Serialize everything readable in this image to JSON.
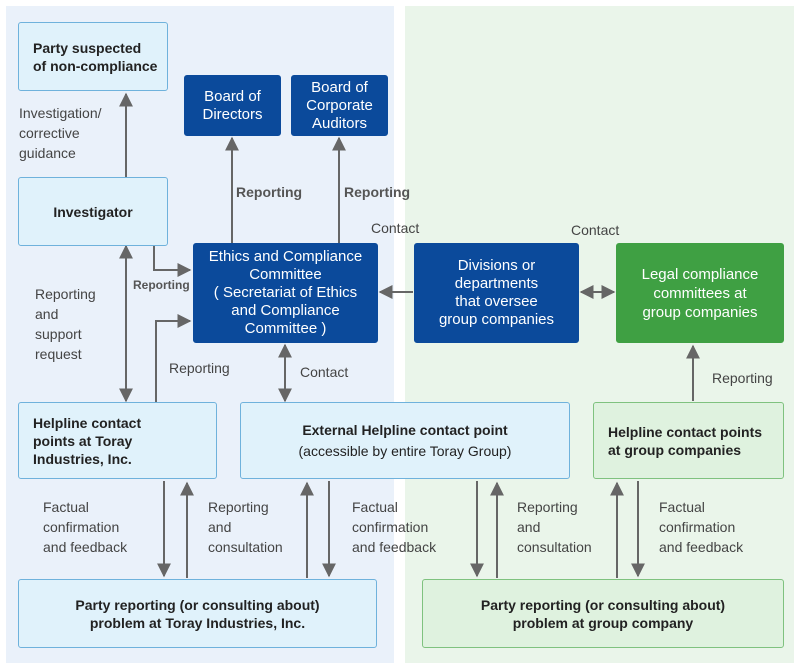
{
  "boxes": {
    "party_suspected": "Party suspected\nof non-compliance",
    "investigator": "Investigator",
    "board_directors": "Board of\nDirectors",
    "board_auditors": "Board of\nCorporate\nAuditors",
    "ethics_committee": "Ethics and Compliance\nCommittee\n( Secretariat of Ethics\nand Compliance\nCommittee )",
    "divisions": "Divisions or\ndepartments\nthat oversee\ngroup companies",
    "legal_compliance": "Legal compliance\ncommittees at\ngroup companies",
    "helpline_toray": "Helpline contact\npoints at Toray\nIndustries, Inc.",
    "external_helpline_title": "External Helpline contact point",
    "external_helpline_sub": "(accessible by entire Toray Group)",
    "helpline_group": "Helpline contact points\nat group companies",
    "party_reporting_toray": "Party reporting (or consulting about)\nproblem at Toray Industries, Inc.",
    "party_reporting_group": "Party reporting (or consulting about)\nproblem at group company"
  },
  "labels": {
    "investigation": "Investigation/\ncorrective\nguidance",
    "reporting_directors": "Reporting",
    "reporting_auditors": "Reporting",
    "contact_top_left": "Contact",
    "contact_top_right": "Contact",
    "reporting_small": "Reporting",
    "reporting_support": "Reporting\nand\nsupport\nrequest",
    "reporting_helpline": "Reporting",
    "contact_external": "Contact",
    "reporting_group": "Reporting",
    "factual_1": "Factual\nconfirmation\nand feedback",
    "reporting_consult_1": "Reporting\nand\nconsultation",
    "factual_2": "Factual\nconfirmation\nand feedback",
    "reporting_consult_2": "Reporting\nand\nconsultation",
    "factual_3": "Factual\nconfirmation\nand feedback"
  },
  "colors": {
    "arrow": "#666666",
    "dark_blue": "#0b4a9b",
    "green": "#3fa043"
  }
}
